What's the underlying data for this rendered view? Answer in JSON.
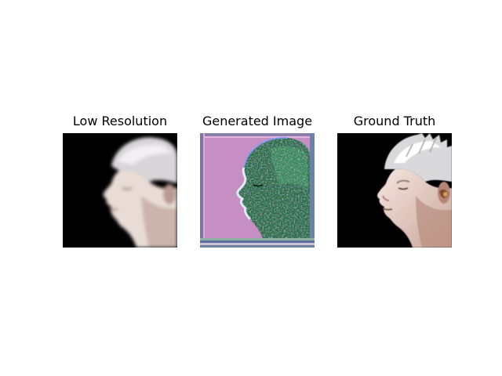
{
  "figure": {
    "panels": [
      {
        "title": "Low Resolution",
        "image": "blurry low-resolution side-profile photo of a gray-haired man with closed eyes on a black background"
      },
      {
        "title": "Generated Image",
        "image": "noisy generated side-profile face rendered in green with magenta, blue and white artifacts on a pink background with a striped border"
      },
      {
        "title": "Ground Truth",
        "image": "sharp side-profile photo of a gray-haired man with closed eyes and an earpiece on a black background"
      }
    ]
  },
  "colors": {
    "background": "#ffffff",
    "lowres_background": "#000000",
    "generated_background": "#c58fc3",
    "generated_face": "#1f6b3d",
    "groundtruth_background": "#000000"
  }
}
